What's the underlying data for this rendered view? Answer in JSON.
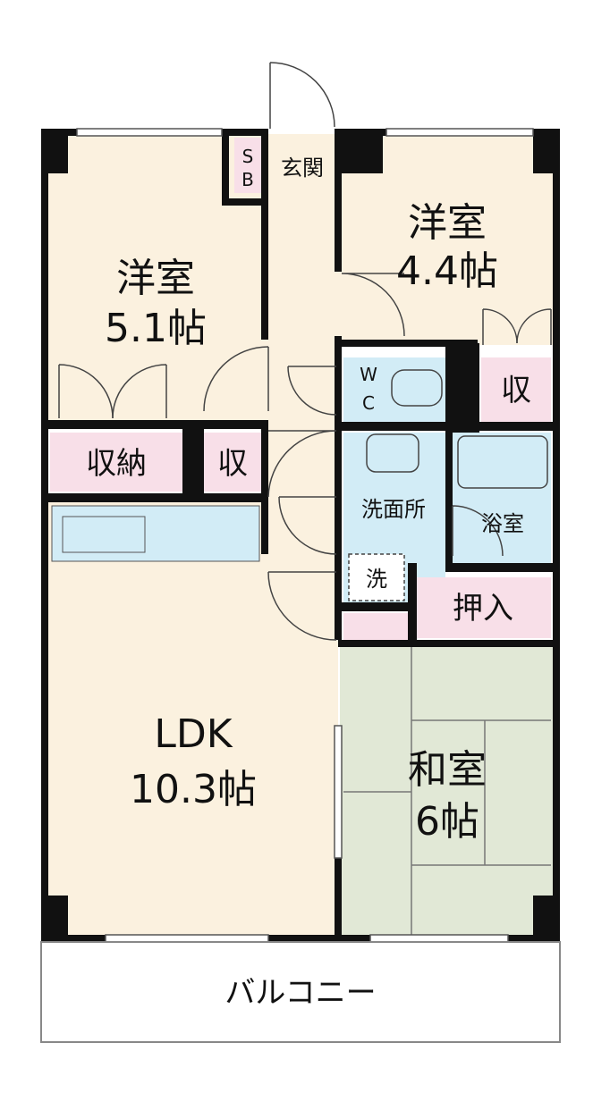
{
  "rooms": {
    "western_left": {
      "name": "洋室",
      "size": "5.1帖"
    },
    "western_right": {
      "name": "洋室",
      "size": "4.4帖"
    },
    "ldk": {
      "name": "LDK",
      "size": "10.3帖"
    },
    "japanese": {
      "name": "和室",
      "size": "6帖"
    },
    "entrance": "玄関",
    "shoebox": {
      "line1": "S",
      "line2": "B"
    },
    "wc": {
      "line1": "W",
      "line2": "C"
    },
    "washroom": "洗面所",
    "bath": "浴室",
    "storage_left": "収納",
    "storage_small": "収",
    "storage_right": "収",
    "closet": "押入",
    "laundry": "洗",
    "balcony": "バルコニー"
  },
  "colors": {
    "floor": "#fbf1df",
    "wet": "#d2ecf6",
    "storage": "#f8dfe8",
    "tatami": "#e1e8d6",
    "wall": "#111111"
  }
}
